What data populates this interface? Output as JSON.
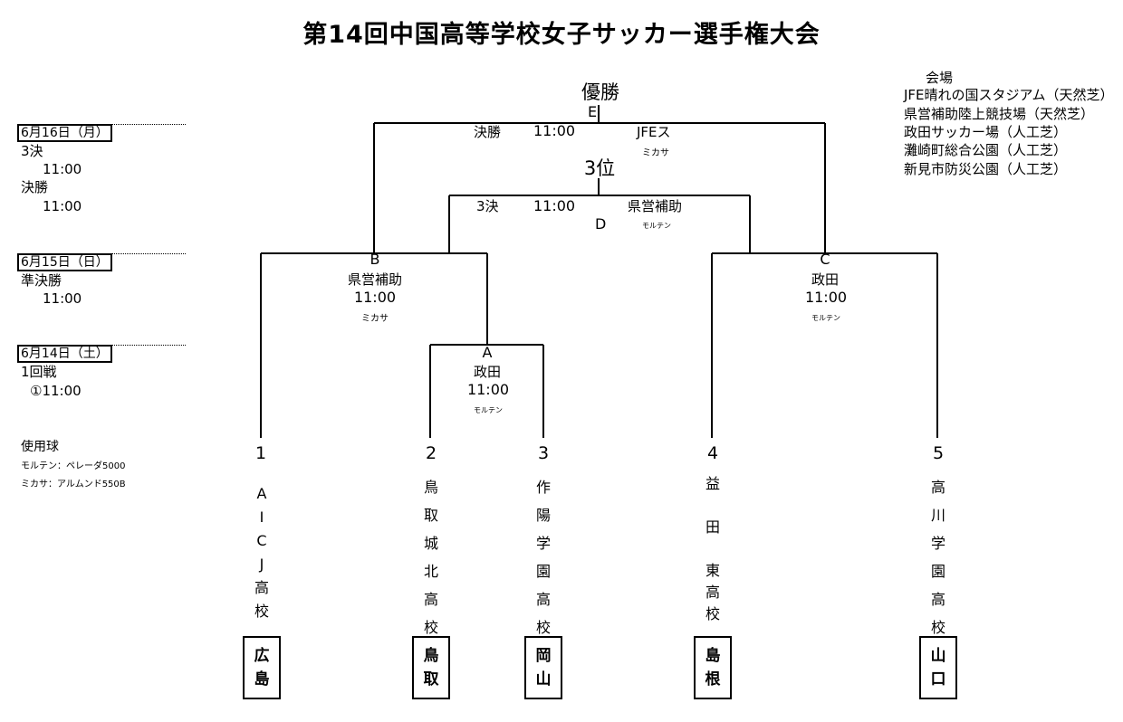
{
  "title": "第14回中国高等学校女子サッカー選手権大会",
  "venues": {
    "heading": "会場",
    "items": [
      "JFE晴れの国スタジアム（天然芝）",
      "県営補助陸上競技場（天然芝）",
      "政田サッカー場（人工芝）",
      "灘崎町総合公園（人工芝）",
      "新見市防災公園（人工芝）"
    ]
  },
  "schedule": [
    {
      "date": "6月16日（月）",
      "lines": [
        "3決",
        "11:00",
        "決勝",
        "11:00"
      ]
    },
    {
      "date": "6月15日（日）",
      "lines": [
        "準決勝",
        "11:00"
      ]
    },
    {
      "date": "6月14日（土）",
      "lines": [
        "1回戦",
        "①11:00"
      ]
    }
  ],
  "balls": {
    "heading": "使用球",
    "items": [
      "モルテン：ペレーダ5000",
      "ミカサ：アルムンド550B"
    ]
  },
  "final": {
    "heading": "優勝",
    "letter": "E",
    "round": "決勝",
    "time": "11:00",
    "venue": "JFEス",
    "ball": "ミカサ"
  },
  "third": {
    "heading": "3位",
    "round": "3決",
    "time": "11:00",
    "venue": "県営補助",
    "letter": "D",
    "ball": "モルテン"
  },
  "matchB": {
    "letter": "B",
    "venue": "県営補助",
    "time": "11:00",
    "ball": "ミカサ"
  },
  "matchC": {
    "letter": "C",
    "venue": "政田",
    "time": "11:00",
    "ball": "モルテン"
  },
  "matchA": {
    "letter": "A",
    "venue": "政田",
    "time": "11:00",
    "ball": "モルテン"
  },
  "teams": [
    {
      "seed": "1",
      "name": [
        "A",
        "I",
        "C",
        "J",
        "高",
        "校"
      ],
      "pref": [
        "広",
        "島"
      ]
    },
    {
      "seed": "2",
      "name": [
        "鳥",
        "取",
        "城",
        "北",
        "高",
        "校"
      ],
      "pref": [
        "鳥",
        "取"
      ]
    },
    {
      "seed": "3",
      "name": [
        "作",
        "陽",
        "学",
        "園",
        "高",
        "校"
      ],
      "pref": [
        "岡",
        "山"
      ]
    },
    {
      "seed": "4",
      "name": [
        "益",
        "",
        "田",
        "",
        "東",
        "高",
        "校"
      ],
      "pref": [
        "島",
        "根"
      ]
    },
    {
      "seed": "5",
      "name": [
        "高",
        "川",
        "学",
        "園",
        "高",
        "校"
      ],
      "pref": [
        "山",
        "口"
      ]
    }
  ]
}
